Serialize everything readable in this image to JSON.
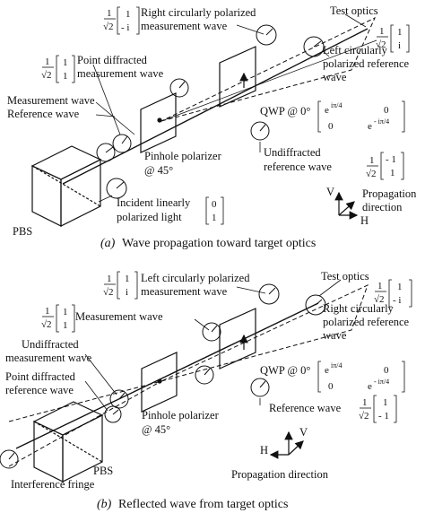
{
  "colors": {
    "ink": "#111111",
    "background": "#ffffff"
  },
  "panel_a": {
    "caption_tag": "(a)",
    "caption": "Wave propagation toward target optics",
    "labels": {
      "rcp_line1": "Right circularly polarized",
      "rcp_line2": "measurement wave",
      "test_optics": "Test optics",
      "point_diffracted_line1": "Point diffracted",
      "point_diffracted_line2": "measurement wave",
      "lcp_line1": "Left circularly",
      "lcp_line2": "polarized reference",
      "lcp_line3": "wave",
      "measurement_wave": "Measurement wave",
      "reference_wave": "Reference wave",
      "qwp": "QWP @ 0°",
      "pinhole_line1": "Pinhole polarizer",
      "pinhole_line2": "@ 45°",
      "undiffracted_line1": "Undiffracted",
      "undiffracted_line2": "reference wave",
      "pbs": "PBS",
      "incident_line1": "Incident linearly",
      "incident_line2": "polarized light",
      "axis_v": "V",
      "axis_h": "H",
      "propagation_line1": "Propagation",
      "propagation_line2": "direction"
    },
    "math": {
      "inv_sqrt2": [
        "1",
        "√2"
      ],
      "rcp_vector": [
        "1",
        "- i"
      ],
      "point_vector": [
        "1",
        "1"
      ],
      "test_vector": [
        "1",
        "i"
      ],
      "undiff_vector": [
        "- 1",
        "1"
      ],
      "incident_vector": [
        "0",
        "1"
      ],
      "qwp_matrix": [
        "e",
        "iπ/4",
        "0",
        "0",
        "e",
        "- iπ/4"
      ]
    }
  },
  "panel_b": {
    "caption_tag": "(b)",
    "caption": "Reflected wave from target optics",
    "labels": {
      "lcp_line1": "Left circularly polarized",
      "lcp_line2": "measurement wave",
      "test_optics": "Test optics",
      "measurement_wave": "Measurement wave",
      "rcp_line1": "Right circularly",
      "rcp_line2": "polarized reference",
      "rcp_line3": "wave",
      "undiffracted_line1": "Undiffracted",
      "undiffracted_line2": "measurement wave",
      "point_diffracted_line1": "Point diffracted",
      "point_diffracted_line2": "reference wave",
      "qwp": "QWP @ 0°",
      "reference_wave": "Reference wave",
      "pinhole_line1": "Pinhole polarizer",
      "pinhole_line2": "@ 45°",
      "pbs": "PBS",
      "interference": "Interference fringe",
      "axis_v": "V",
      "axis_h": "H",
      "propagation": "Propagation direction"
    },
    "math": {
      "inv_sqrt2": [
        "1",
        "√2"
      ],
      "lcp_vector": [
        "1",
        "i"
      ],
      "meas_vector": [
        "1",
        "1"
      ],
      "test_vector": [
        "1",
        "- i"
      ],
      "ref_vector": [
        "1",
        "- 1"
      ],
      "qwp_matrix": [
        "e",
        "iπ/4",
        "0",
        "0",
        "e",
        "- iπ/4"
      ]
    }
  }
}
